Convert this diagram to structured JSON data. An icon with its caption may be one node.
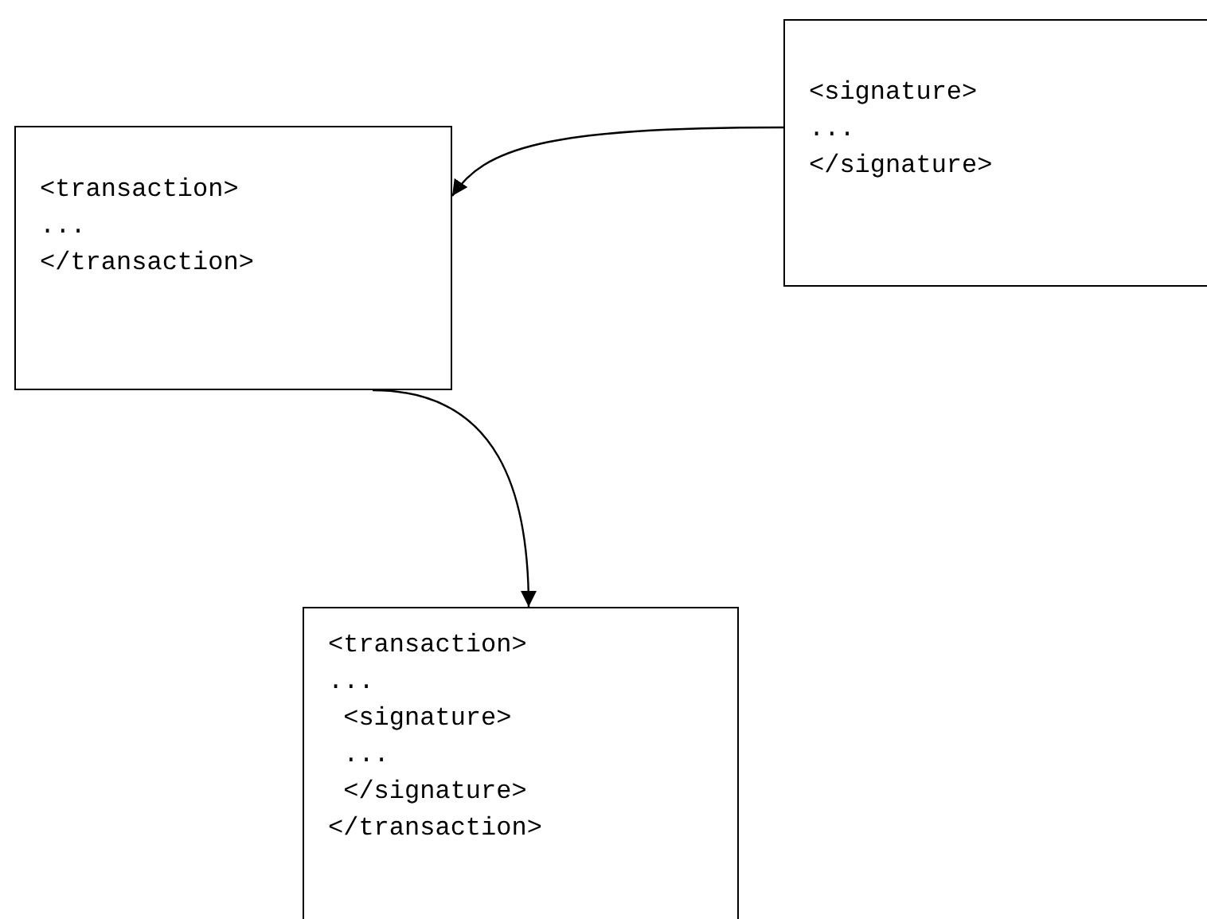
{
  "diagram": {
    "nodes": [
      {
        "text": [
          "<transaction>",
          "...",
          "</transaction>"
        ]
      },
      {
        "text": [
          "<signature>",
          "...",
          "</signature>"
        ]
      },
      {
        "text": [
          "<transaction>",
          "...",
          " <signature>",
          " ...",
          " </signature>",
          "</transaction>"
        ]
      }
    ],
    "edges": [
      {
        "from": 1,
        "to": 0,
        "arrow": "to"
      },
      {
        "from": 0,
        "to": 2,
        "arrow": "to"
      }
    ]
  }
}
